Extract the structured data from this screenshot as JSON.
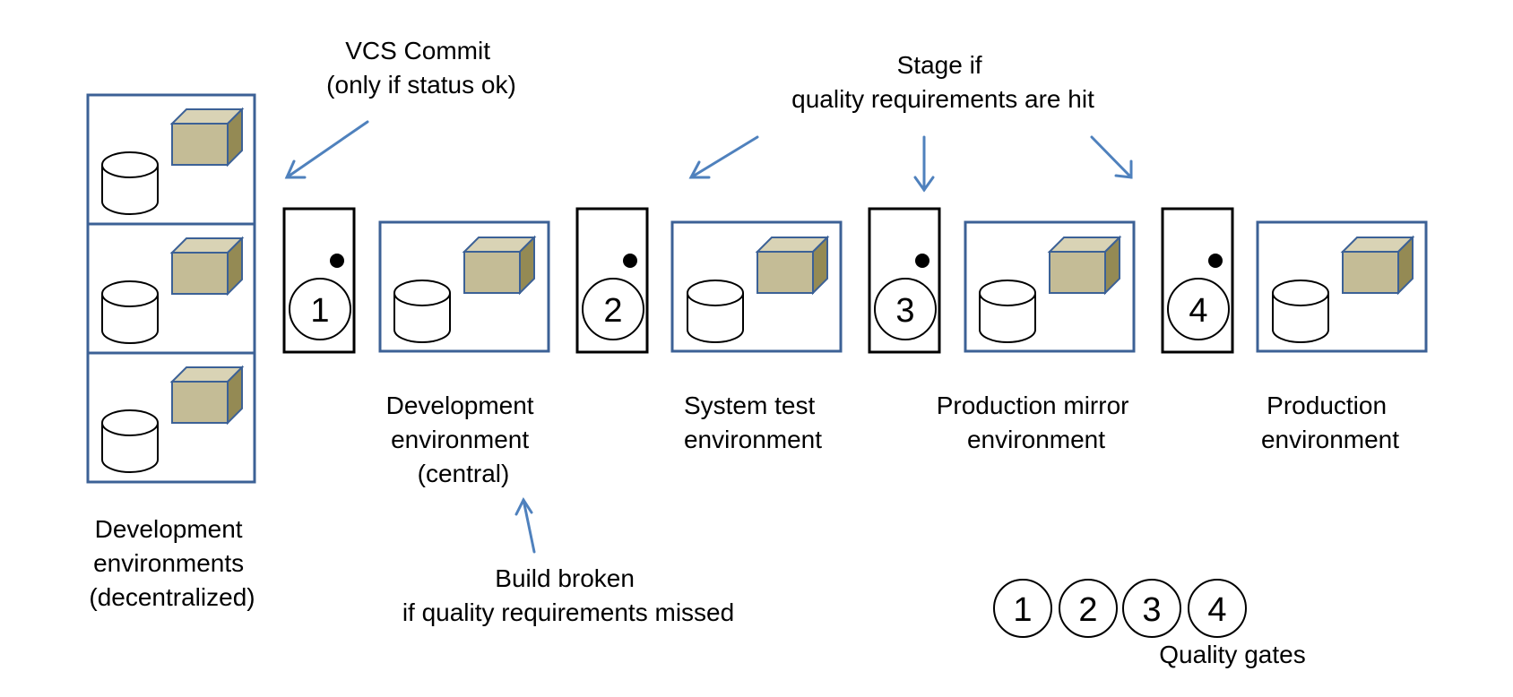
{
  "annotations": {
    "vcs_commit": [
      "VCS Commit",
      "(only if status ok)"
    ],
    "stage_if": [
      "Stage if",
      "quality requirements are hit"
    ],
    "build_broken": [
      "Build broken",
      "if quality requirements missed"
    ]
  },
  "environments": {
    "dev_decentralized": [
      "Development",
      "environments",
      "(decentralized)"
    ],
    "dev_central": [
      "Development",
      "environment",
      "(central)"
    ],
    "system_test": [
      "System test",
      "environment"
    ],
    "prod_mirror": [
      "Production mirror",
      "environment"
    ],
    "production": [
      "Production",
      "environment"
    ]
  },
  "gates": [
    "1",
    "2",
    "3",
    "4"
  ],
  "legend": {
    "numbers": [
      "1",
      "2",
      "3",
      "4"
    ],
    "label": "Quality gates"
  },
  "colors": {
    "frame": "#3c6196",
    "arrow": "#4f81bd",
    "box_front": "#c4bc96",
    "box_side": "#948a54"
  }
}
